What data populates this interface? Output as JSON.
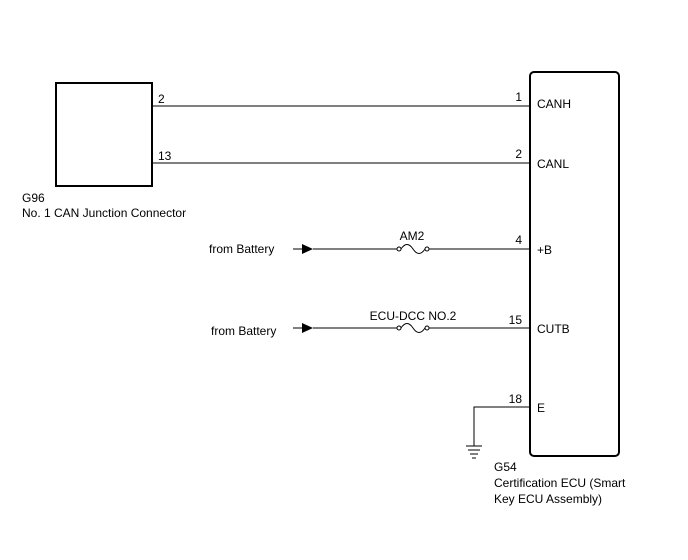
{
  "junction_connector": {
    "code": "G96",
    "name": "No. 1 CAN Junction Connector",
    "pins": {
      "canh": "2",
      "canl": "13"
    }
  },
  "ecu": {
    "code": "G54",
    "name_line1": "Certification ECU (Smart",
    "name_line2": "Key ECU Assembly)",
    "pins": [
      {
        "number": "1",
        "label": "CANH"
      },
      {
        "number": "2",
        "label": "CANL"
      },
      {
        "number": "4",
        "label": "+B"
      },
      {
        "number": "15",
        "label": "CUTB"
      },
      {
        "number": "18",
        "label": "E"
      }
    ]
  },
  "fuses": {
    "am2": "AM2",
    "ecu_dcc": "ECU-DCC NO.2"
  },
  "sources": {
    "battery_1": "from Battery",
    "battery_2": "from Battery"
  }
}
